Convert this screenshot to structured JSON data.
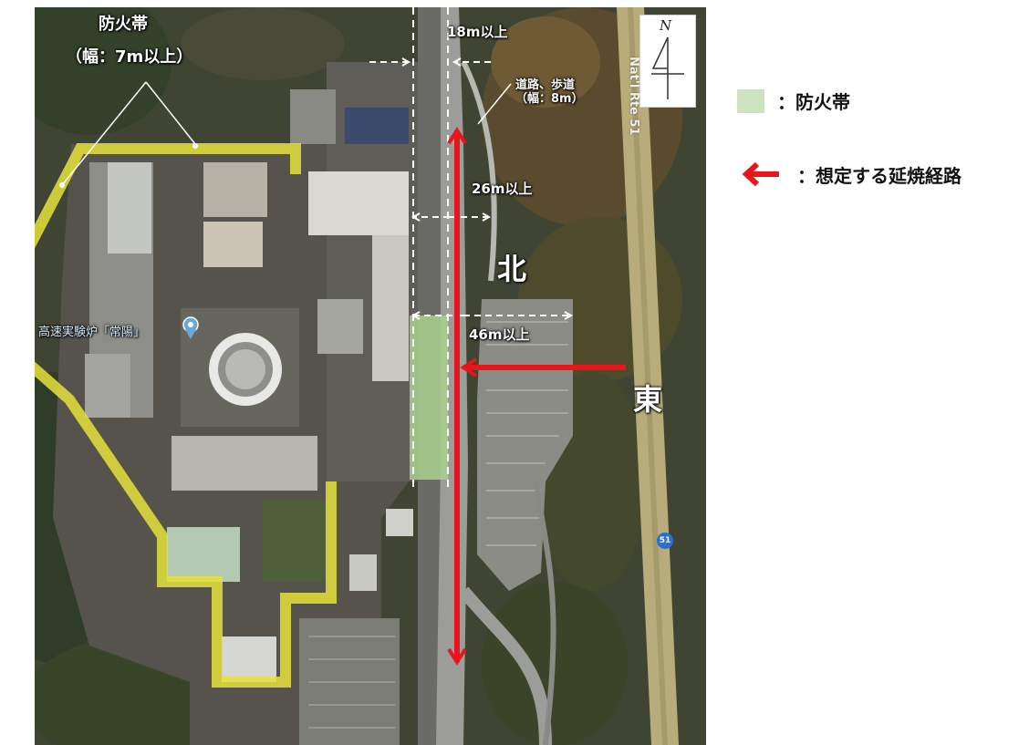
{
  "map": {
    "firebreak_label": "防火帯",
    "firebreak_width_label": "（幅：7m以上）",
    "dim_top": "18m以上",
    "road_label_line1": "道路、歩道",
    "road_label_line2": "（幅：8m）",
    "dim_26": "26m以上",
    "dim_46": "46m以上",
    "north_label": "北",
    "east_label": "東",
    "poi_name": "高速実験炉「常陽」",
    "road_name": "Nat'l Rte 51",
    "route_badge": "51",
    "compass_letter": "N"
  },
  "legend": {
    "firebreak_text": "：防火帯",
    "route_text": "：想定する延焼経路",
    "firebreak_color": "#cde3c0",
    "route_color": "#e8151b"
  },
  "colors": {
    "firebreak_outline": "#e6e23c",
    "route_arrow": "#e8151b",
    "dimension_lines": "#ffffff"
  }
}
